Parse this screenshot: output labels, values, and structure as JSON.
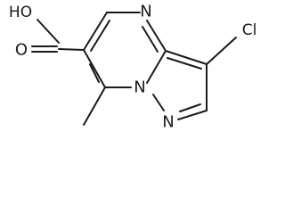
{
  "molecule": {
    "atoms": {
      "hydroxyl": "HO",
      "carbonyl_oxygen": "O",
      "ring_nitrogen_top": "N",
      "bridgehead_nitrogen": "N",
      "pyrazole_nitrogen": "N",
      "chlorine": "Cl"
    },
    "colors": {
      "bond": "#1a1a1a",
      "label": "#1a1a1a",
      "background": "#ffffff"
    }
  }
}
